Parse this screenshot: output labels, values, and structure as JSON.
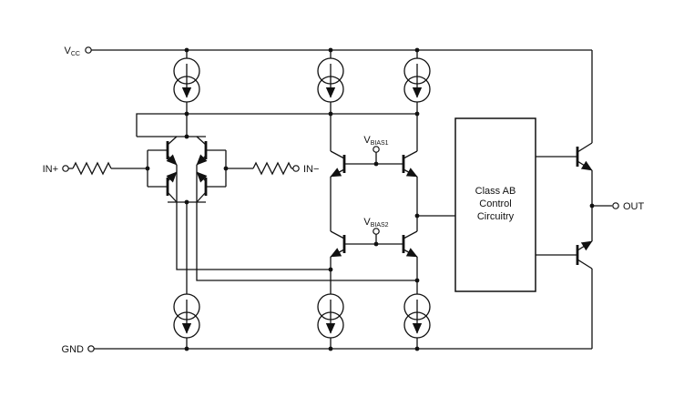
{
  "labels": {
    "vcc_main": "V",
    "vcc_sub": "CC",
    "gnd": "GND",
    "in_plus": "IN+",
    "in_minus": "IN−",
    "out": "OUT",
    "vbias1_main": "V",
    "vbias1_sub": "BIAS1",
    "vbias2_main": "V",
    "vbias2_sub": "BIAS2"
  },
  "box": {
    "line1": "Class AB",
    "line2": "Control",
    "line3": "Circuitry"
  },
  "colors": {
    "ink": "#111111",
    "background": "#ffffff"
  }
}
